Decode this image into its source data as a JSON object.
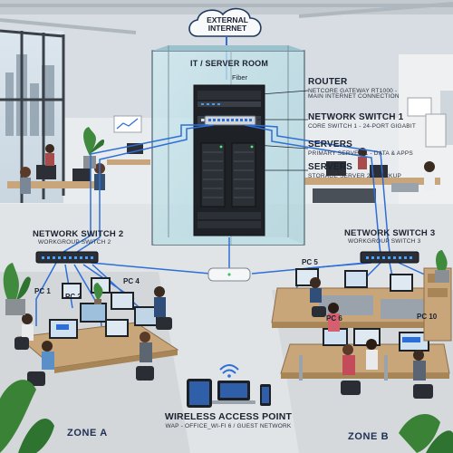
{
  "cloud": {
    "line1": "EXTERNAL",
    "line2": "INTERNET"
  },
  "server_room": {
    "title": "IT / SERVER ROOM",
    "fiber": "Fiber"
  },
  "router": {
    "title": "ROUTER",
    "sub1": "NETCORE GATEWAY RT1000 -",
    "sub2": "MAIN INTERNET CONNECTION"
  },
  "switch1": {
    "title": "NETWORK SWITCH 1",
    "sub": "CORE SWITCH 1 - 24-PORT GIGABIT"
  },
  "servers1": {
    "title": "SERVERS",
    "sub": "PRIMARY SERVER 1 - DATA & APPS"
  },
  "servers2": {
    "title": "SERVERS",
    "sub": "STORAGE SERVER 2 - BACKUP"
  },
  "switch2": {
    "title": "NETWORK SWITCH 2",
    "sub": "WORKGROUP SWITCH 2"
  },
  "switch3": {
    "title": "NETWORK SWITCH 3",
    "sub": "WORKGROUP SWITCH 3"
  },
  "pcs": {
    "pc1": "PC 1",
    "pc2": "PC 2",
    "pc4": "PC 4",
    "pc5": "PC 5",
    "pc6": "PC 6",
    "pc10": "PC 10"
  },
  "wap": {
    "title": "WIRELESS ACCESS POINT",
    "sub": "WAP - OFFICE_WI-FI 6 / GUEST NETWORK"
  },
  "zones": {
    "a": "ZONE A",
    "b": "ZONE B"
  },
  "colors": {
    "cable": "#2d6fd6",
    "glass": "#b9dde6",
    "floor": "#e1e4e6"
  }
}
